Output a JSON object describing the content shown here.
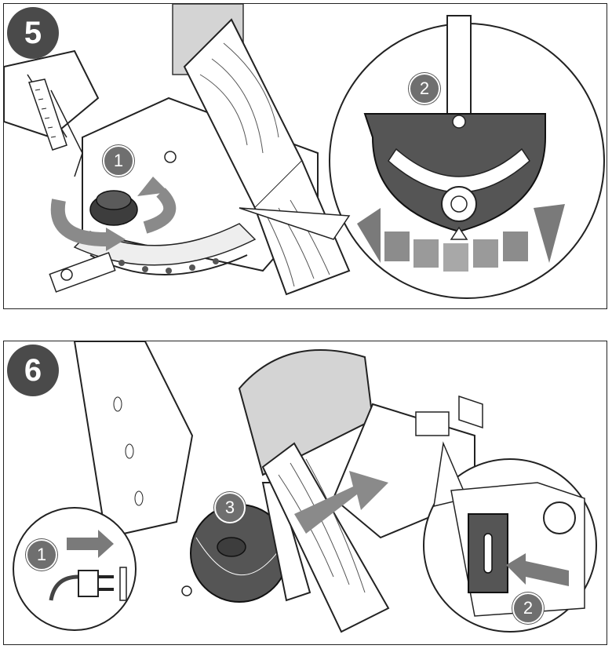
{
  "panels": [
    {
      "step": "5",
      "callouts": [
        "1",
        "2"
      ]
    },
    {
      "step": "6",
      "callouts": [
        "1",
        "2",
        "3"
      ]
    }
  ],
  "colors": {
    "outline": "#222222",
    "arrow_gray": "#7a7a7a",
    "badge_gray": "#4a4a4a",
    "sanding_disc": "#cfcfcf"
  },
  "icons": [
    "rotate-arrows-icon",
    "knob-icon",
    "sliding-arrow-icon",
    "plug-icon",
    "switch-icon",
    "push-arrow-icon"
  ]
}
